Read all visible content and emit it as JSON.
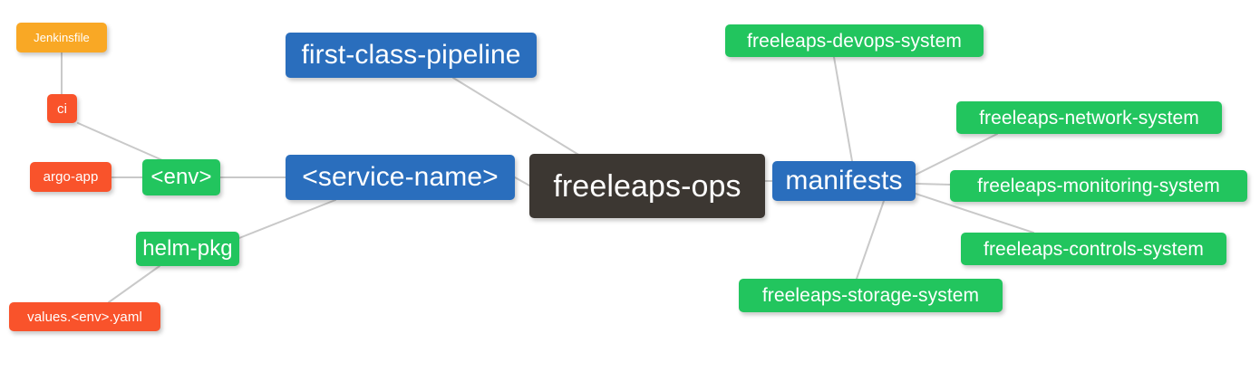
{
  "diagram": {
    "title": "freeleaps-ops repository mindmap",
    "type": "mindmap",
    "background": "#ffffff",
    "edge_color": "#c9c9c9",
    "palette": {
      "root": "#3c3732",
      "blue": "#2a6ebd",
      "green": "#22c55e",
      "orange": "#f9a825",
      "red": "#f9532b",
      "text": "#ffffff"
    }
  },
  "nodes": {
    "root": {
      "label": "freeleaps-ops"
    },
    "service_name": {
      "label": "<service-name>"
    },
    "first_class_pipeline": {
      "label": "first-class-pipeline"
    },
    "manifests": {
      "label": "manifests"
    },
    "env": {
      "label": "<env>"
    },
    "helm_pkg": {
      "label": "helm-pkg"
    },
    "ci": {
      "label": "ci"
    },
    "jenkinsfile": {
      "label": "Jenkinsfile"
    },
    "argo_app": {
      "label": "argo-app"
    },
    "values_yaml": {
      "label": "values.<env>.yaml"
    },
    "devops_system": {
      "label": "freeleaps-devops-system"
    },
    "network_system": {
      "label": "freeleaps-network-system"
    },
    "monitoring_system": {
      "label": "freeleaps-monitoring-system"
    },
    "controls_system": {
      "label": "freeleaps-controls-system"
    },
    "storage_system": {
      "label": "freeleaps-storage-system"
    }
  },
  "edges": [
    {
      "from": "root",
      "to": "service_name"
    },
    {
      "from": "root",
      "to": "first_class_pipeline"
    },
    {
      "from": "root",
      "to": "manifests"
    },
    {
      "from": "service_name",
      "to": "env"
    },
    {
      "from": "service_name",
      "to": "helm_pkg"
    },
    {
      "from": "env",
      "to": "ci"
    },
    {
      "from": "env",
      "to": "argo_app"
    },
    {
      "from": "ci",
      "to": "jenkinsfile"
    },
    {
      "from": "helm_pkg",
      "to": "values_yaml"
    },
    {
      "from": "manifests",
      "to": "devops_system"
    },
    {
      "from": "manifests",
      "to": "network_system"
    },
    {
      "from": "manifests",
      "to": "monitoring_system"
    },
    {
      "from": "manifests",
      "to": "controls_system"
    },
    {
      "from": "manifests",
      "to": "storage_system"
    }
  ]
}
